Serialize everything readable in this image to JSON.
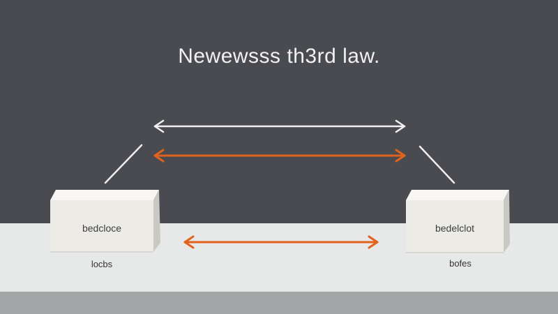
{
  "title": "Newewsss th3rd law.",
  "blocks": [
    {
      "label": "bedcloce",
      "caption": "locbs"
    },
    {
      "label": "bedelclot",
      "caption": "bofes"
    }
  ],
  "colors": {
    "wall": "#4a4b50",
    "floor": "#e7e8e8",
    "baseboard": "#a3a6a6",
    "arrow_white": "#f2f2f2",
    "arrow_orange": "#e2611d",
    "block_face": "#ecebe6",
    "block_top": "#f7f6f2",
    "block_side": "#c9c8c2"
  },
  "arrows": [
    {
      "name": "top-white-double-arrow",
      "style": "white"
    },
    {
      "name": "middle-orange-double-arrow",
      "style": "orange"
    },
    {
      "name": "floor-orange-double-arrow",
      "style": "orange"
    }
  ]
}
